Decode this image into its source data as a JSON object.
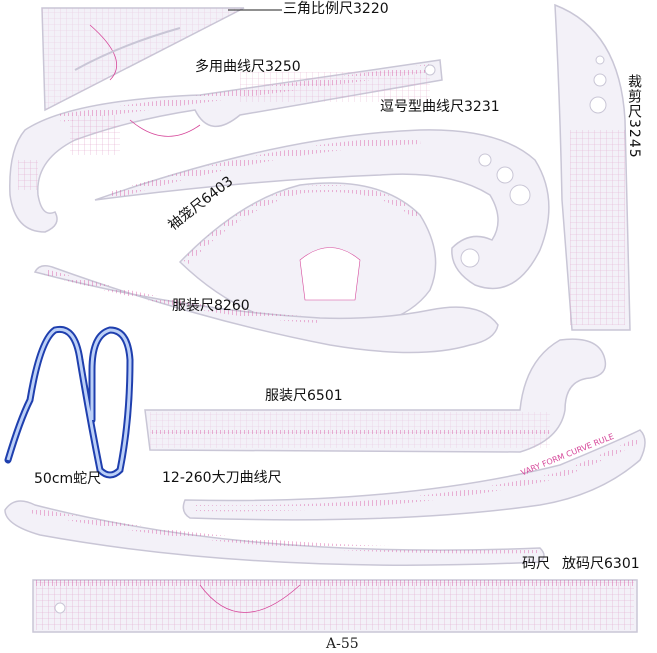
{
  "labels": {
    "triangle": "三角比例尺3220",
    "multi_curve": "多用曲线尺3250",
    "comma_curve": "逗号型曲线尺3231",
    "cutting": "裁剪尺3245",
    "sleeve": "袖笼尺6403",
    "clothing_8260": "服装尺8260",
    "clothing_6501": "服装尺6501",
    "snake": "50cm蛇尺",
    "knife_curve": "12-260大刀曲线尺",
    "grading": "放码尺6301",
    "partial_grading": "码尺"
  },
  "ruler_print": {
    "vary_form": "VARY FORM CURVE RULE"
  },
  "catalog_code": "A-55",
  "colors": {
    "ruler_fill": "#f3f1f8",
    "ruler_edge": "#c9c6d6",
    "tick_pink": "#d6479a",
    "snake_blue": "#1f3fae",
    "label": "#111111"
  }
}
